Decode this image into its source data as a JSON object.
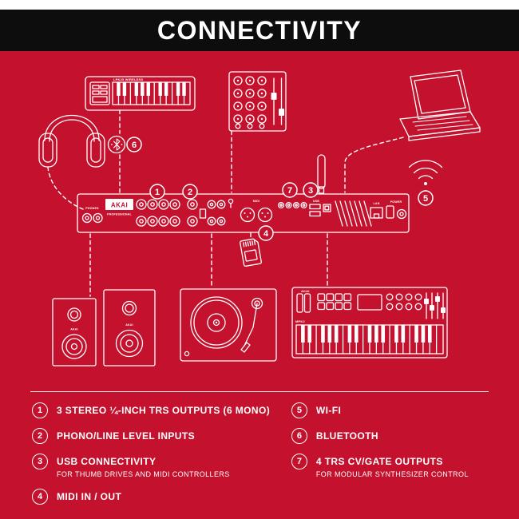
{
  "header": {
    "title": "CONNECTIVITY"
  },
  "colors": {
    "background": "#c4122e",
    "header_bg": "#0d0d0d",
    "line": "#ffffff"
  },
  "diagram": {
    "brand": "AKAI",
    "main_unit": {
      "brand": "AKAI",
      "brand_sub": "PROFESSIONAL",
      "ports": {
        "phones": "PHONES",
        "midi": "MIDI",
        "usb": "USB",
        "lan": "LAN",
        "power": "POWER"
      }
    },
    "top_keyboard": {
      "label": "LPK25 WIRELESS"
    },
    "mpk_controller": {
      "label": "MPK2"
    },
    "speakers": {
      "brand": "AKAI"
    }
  },
  "legend": {
    "items": [
      {
        "number": "1",
        "title": "3 STEREO ¼-INCH TRS OUTPUTS (6 MONO)",
        "subtitle": ""
      },
      {
        "number": "2",
        "title": "PHONO/LINE LEVEL INPUTS",
        "subtitle": ""
      },
      {
        "number": "3",
        "title": "USB CONNECTIVITY",
        "subtitle": "FOR THUMB DRIVES AND MIDI CONTROLLERS"
      },
      {
        "number": "4",
        "title": "MIDI IN / OUT",
        "subtitle": ""
      },
      {
        "number": "5",
        "title": "WI-FI",
        "subtitle": ""
      },
      {
        "number": "6",
        "title": "BLUETOOTH",
        "subtitle": ""
      },
      {
        "number": "7",
        "title": "4 TRS CV/GATE OUTPUTS",
        "subtitle": "FOR MODULAR SYNTHESIZER CONTROL"
      }
    ]
  }
}
